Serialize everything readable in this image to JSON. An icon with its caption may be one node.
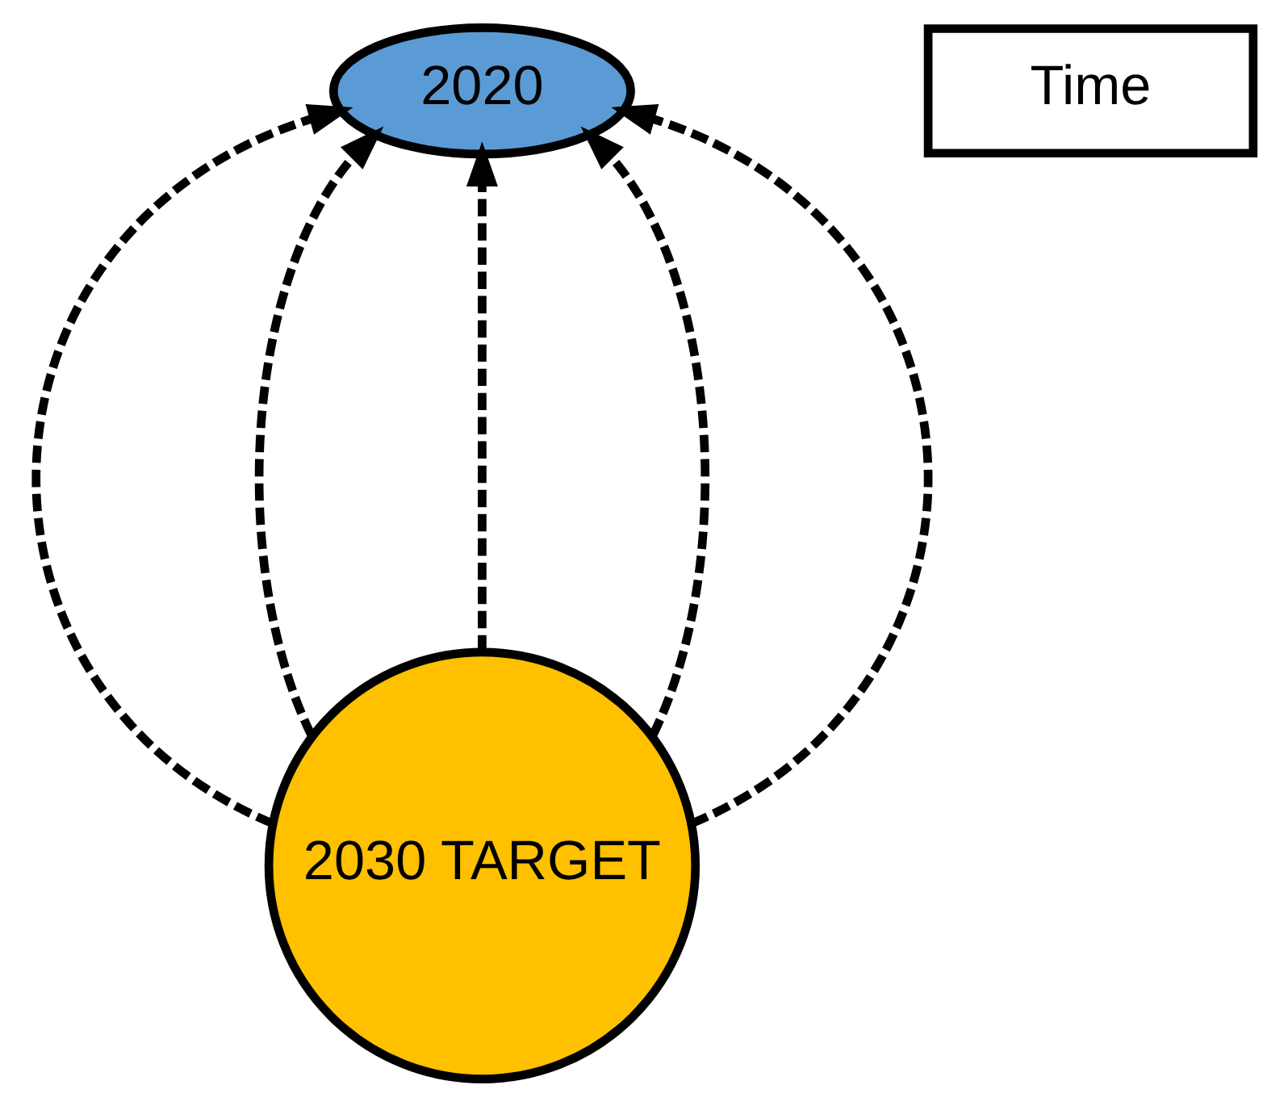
{
  "diagram": {
    "nodes": [
      {
        "text": [
          "2030 TARGET"
        ]
      },
      {
        "text": [
          "2020"
        ]
      },
      {
        "text": [
          "Time"
        ]
      }
    ],
    "edges": [
      {
        "from": 0,
        "to": 1,
        "arrow": "to",
        "style": "dashed"
      },
      {
        "from": 0,
        "to": 1,
        "arrow": "to",
        "style": "dashed"
      },
      {
        "from": 0,
        "to": 1,
        "arrow": "to",
        "style": "dashed"
      },
      {
        "from": 0,
        "to": 1,
        "arrow": "to",
        "style": "dashed"
      },
      {
        "from": 0,
        "to": 1,
        "arrow": "to",
        "style": "dashed"
      }
    ]
  }
}
